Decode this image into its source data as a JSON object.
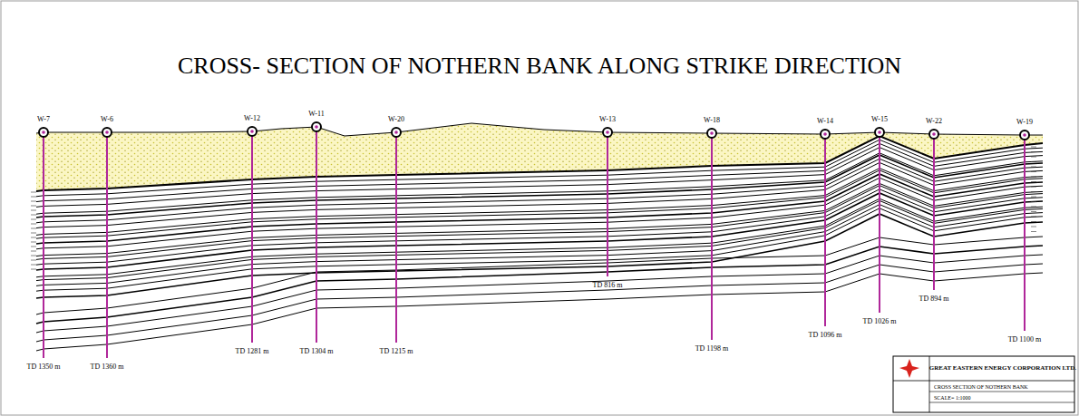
{
  "diagram": {
    "title": "CROSS- SECTION OF NOTHERN BANK ALONG STRIKE DIRECTION",
    "labels": [
      "W-7",
      "W-6",
      "W-12",
      "W-11",
      "W-20",
      "W-13",
      "W-18",
      "W-14",
      "W-15",
      "W-22",
      "W-19",
      "TD 1350 m",
      "TD 1360 m",
      "TD 1281 m",
      "TD 1304 m",
      "TD 1215 m",
      "TD 816 m",
      "TD 1198 m",
      "TD 1096 m",
      "TD 1026 m",
      "TD 894 m",
      "TD 1100 m",
      "GREAT EASTERN ENERGY CORPORATION LTD.",
      "CROSS SECTION OF NOTHERN BANK",
      "SCALE= 1:1000"
    ]
  }
}
